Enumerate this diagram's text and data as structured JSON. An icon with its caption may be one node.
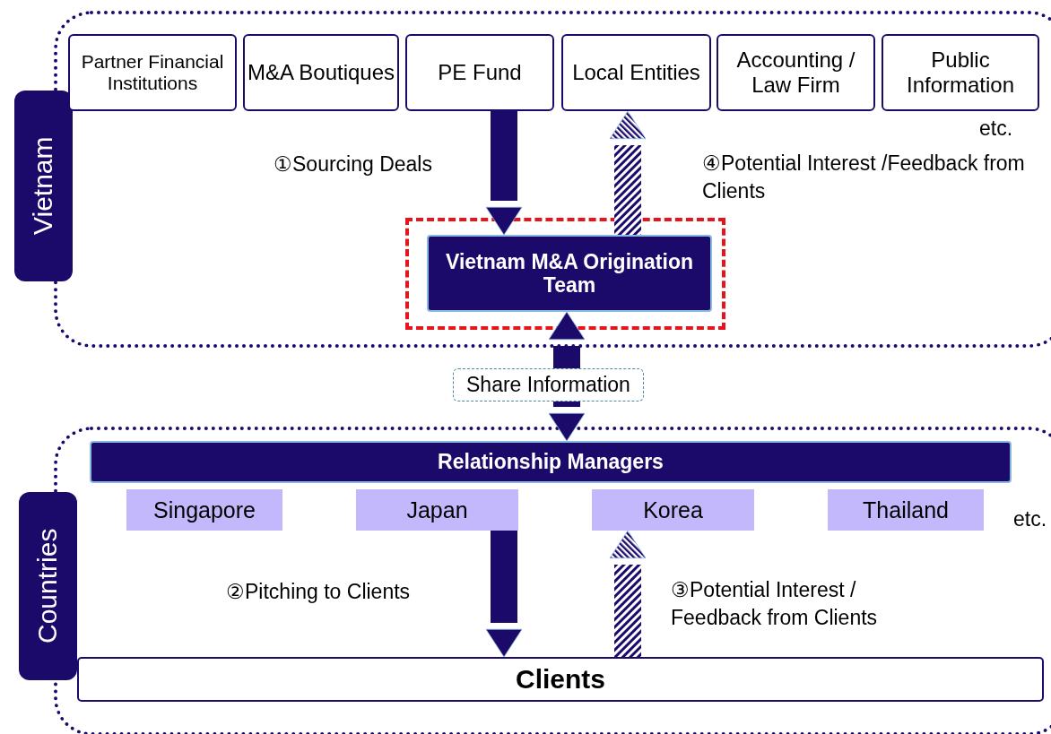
{
  "diagram": {
    "nodes": [
      {
        "text": [
          "Vietnam"
        ]
      },
      {
        "text": [
          "Partner Financial Institutions"
        ],
        "in": 0
      },
      {
        "text": [
          "M&A Boutiques"
        ],
        "in": 0
      },
      {
        "text": [
          "PE Fund"
        ],
        "in": 0
      },
      {
        "text": [
          "Local Entities"
        ],
        "in": 0
      },
      {
        "text": [
          "Accounting / Law Firm"
        ],
        "in": 0
      },
      {
        "text": [
          "Public Information"
        ],
        "in": 0
      },
      {
        "text": [],
        "shape": "box",
        "in": 0
      },
      {
        "text": [
          "Vietnam M&A Origination Team"
        ],
        "in": 7
      },
      {
        "text": [
          "Countries"
        ]
      },
      {
        "text": [
          "Relationship Managers"
        ],
        "in": 9
      },
      {
        "text": [
          "Singapore"
        ],
        "in": 9
      },
      {
        "text": [
          "Japan"
        ],
        "in": 9
      },
      {
        "text": [
          "Korea"
        ],
        "in": 9
      },
      {
        "text": [
          "Thailand"
        ],
        "in": 9
      },
      {
        "text": [
          "Clients"
        ],
        "in": 9
      }
    ],
    "edges": [
      {
        "from": 3,
        "to": 8,
        "arrow": "to",
        "label": "①Sourcing Deals"
      },
      {
        "from": 8,
        "to": 4,
        "arrow": "to",
        "label": "④Potential Interest /Feedback from Clients"
      },
      {
        "from": 8,
        "to": 10,
        "arrow": "both",
        "label": "Share Information"
      },
      {
        "from": 12,
        "to": 15,
        "arrow": "to",
        "label": "②Pitching to Clients"
      },
      {
        "from": 15,
        "to": 13,
        "arrow": "to",
        "label": "③Potential Interest / Feedback from Clients"
      }
    ],
    "labels": [
      "etc.",
      "etc."
    ]
  }
}
